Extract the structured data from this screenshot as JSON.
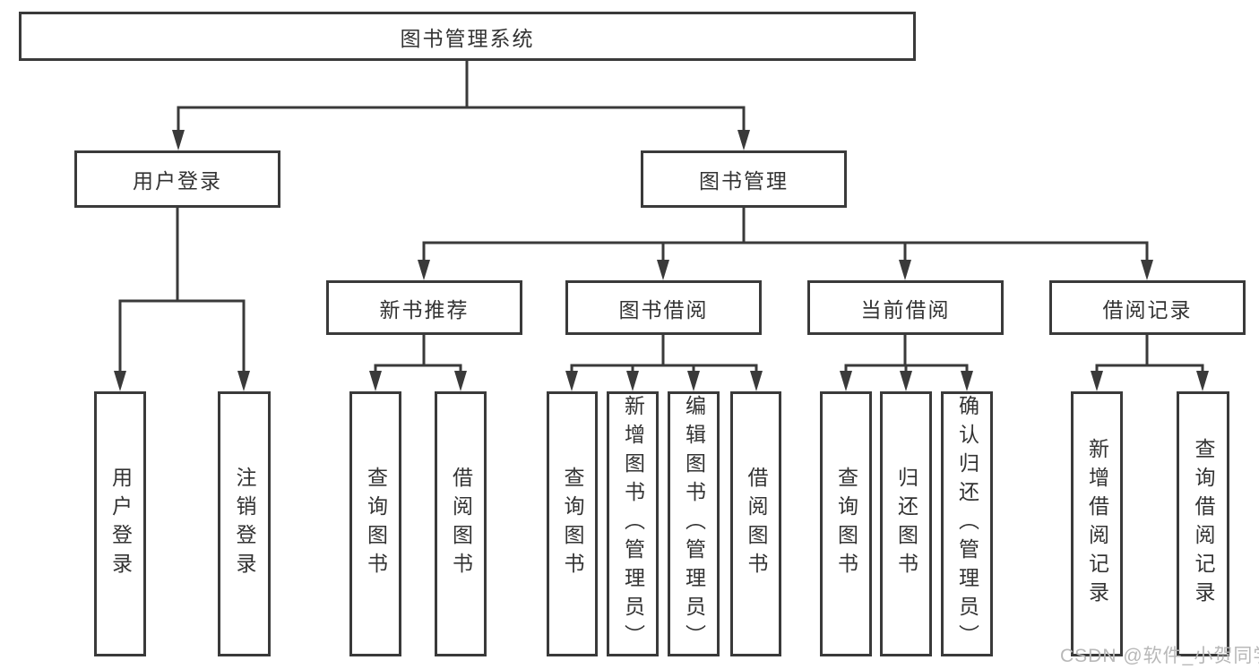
{
  "tree": {
    "label": "图书管理系统",
    "children": [
      {
        "label": "用户登录",
        "children": [
          {
            "label": "用户登录"
          },
          {
            "label": "注销登录"
          }
        ]
      },
      {
        "label": "图书管理",
        "children": [
          {
            "label": "新书推荐",
            "children": [
              {
                "label": "查询图书"
              },
              {
                "label": "借阅图书"
              }
            ]
          },
          {
            "label": "图书借阅",
            "children": [
              {
                "label": "查询图书"
              },
              {
                "label": "新增图书（管理员）"
              },
              {
                "label": "编辑图书（管理员）"
              },
              {
                "label": "借阅图书"
              }
            ]
          },
          {
            "label": "当前借阅",
            "children": [
              {
                "label": "查询图书"
              },
              {
                "label": "归还图书"
              },
              {
                "label": "确认归还（管理员）"
              }
            ]
          },
          {
            "label": "借阅记录",
            "children": [
              {
                "label": "新增借阅记录"
              },
              {
                "label": "查询借阅记录"
              }
            ]
          }
        ]
      }
    ]
  },
  "watermark": {
    "text": "CSDN @软件_小贺同学"
  },
  "colors": {
    "line": "#3a3a3a",
    "box_border": "#3a3a3a",
    "box_fill": "#ffffff",
    "text": "#333333",
    "watermark": "#b8b8b8",
    "background": "#ffffff"
  }
}
